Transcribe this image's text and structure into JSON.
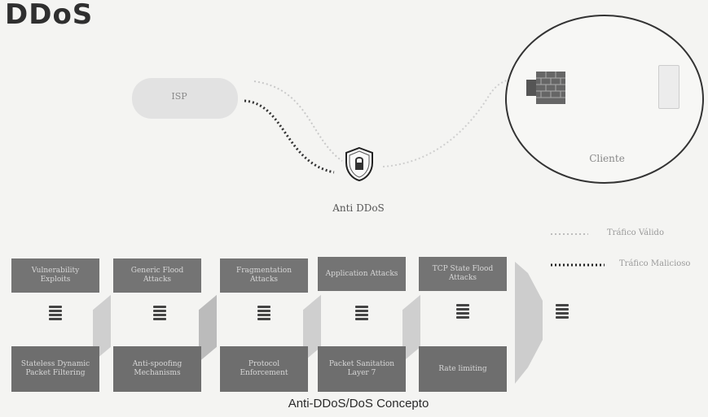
{
  "title": "DDoS",
  "nodes": {
    "isp": "ISP",
    "client": "Cliente",
    "anti_ddos": "Anti DDoS"
  },
  "legend": {
    "normal": "Tráfico Válido",
    "attack": "Tráfico Malicioso"
  },
  "attacks": [
    "Vulnerability Exploits",
    "Generic Flood Attacks",
    "Fragmentation Attacks",
    "Application Attacks",
    "TCP State Flood Attacks"
  ],
  "defenses": [
    "Stateless Dynamic Packet Filtering",
    "Anti-spoofing Mechanisms",
    "Protocol Enforcement",
    "Packet Sanitation Layer 7",
    "Rate limiting"
  ],
  "caption": "Anti-DDoS/DoS Concepto",
  "colors": {
    "box": "#747474",
    "box_text": "#d6d6d6",
    "attack_dots": "#333333",
    "valid_dots": "#cfcfcf"
  }
}
